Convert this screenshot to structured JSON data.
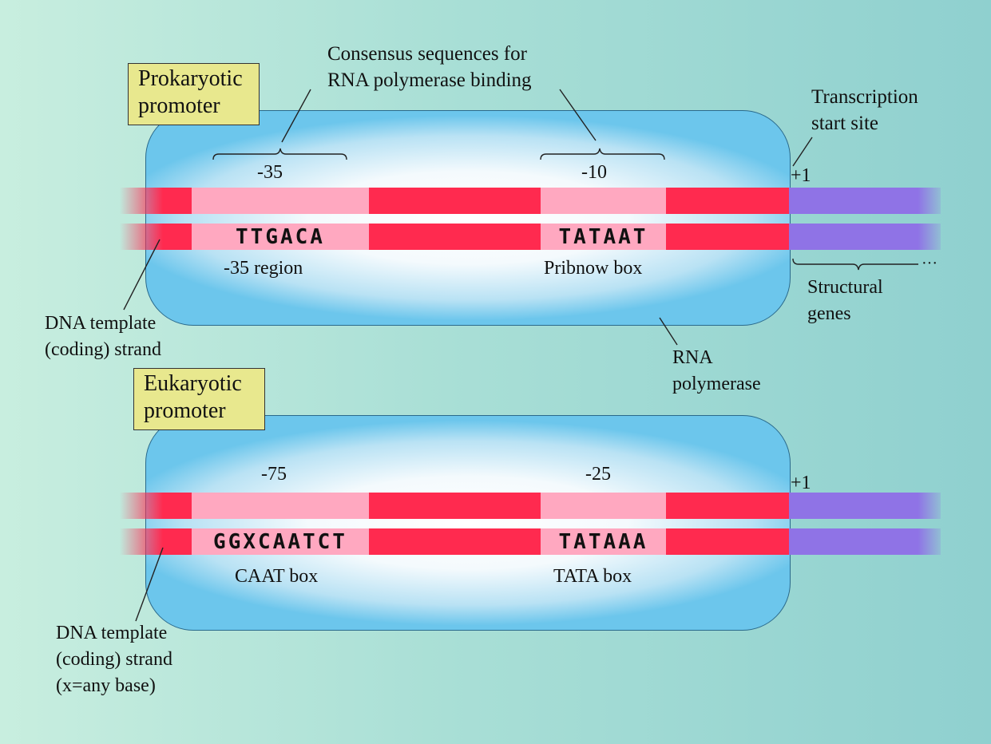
{
  "consensus_label": [
    "Consensus sequences for",
    "RNA polymerase binding"
  ],
  "transcription_start_label": [
    "Transcription",
    "start site"
  ],
  "structural_genes_label": [
    "Structural",
    "genes"
  ],
  "ellipsis": "···",
  "rna_polymerase_label": [
    "RNA",
    "polymerase"
  ],
  "prokaryotic": {
    "title": [
      "Prokaryotic",
      "promoter"
    ],
    "pos_a": "-35",
    "pos_b": "-10",
    "plus_one": "+1",
    "seq_a": "TTGACA",
    "seq_b": "TATAAT",
    "region_a": "-35 region",
    "region_b": "Pribnow box",
    "template_label": [
      "DNA template",
      "(coding) strand"
    ]
  },
  "eukaryotic": {
    "title": [
      "Eukaryotic",
      "promoter"
    ],
    "pos_a": "-75",
    "pos_b": "-25",
    "plus_one": "+1",
    "seq_a": "GGXCAATCT",
    "seq_b": "TATAAA",
    "region_a": "CAAT box",
    "region_b": "TATA box",
    "template_label": [
      "DNA template",
      "(coding) strand",
      "(x=any base)"
    ]
  },
  "colors": {
    "strand_red": "#ff2a4f",
    "consensus_pink": "#ffa8c0",
    "gene_purple": "#8f73e6",
    "title_box": "#e8e88e",
    "polymerase_blue": "#6cc6ec"
  }
}
